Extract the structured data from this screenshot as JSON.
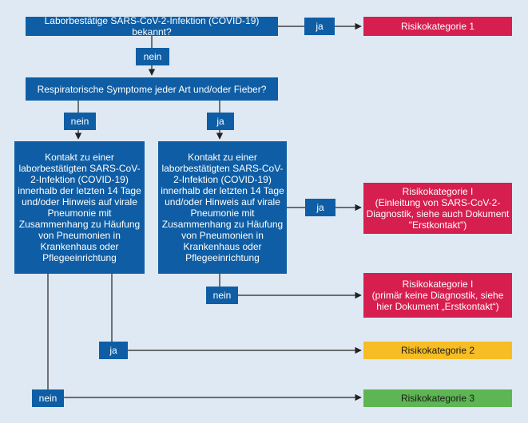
{
  "nodes": {
    "q1": "Laborbestätige SARS-CoV-2-Infektion (COVID-19) bekannt?",
    "q2": "Respiratorische Symptome jeder Art und/oder Fieber?",
    "contact_text": "Kontakt zu einer\nlaborbestätigten SARS-CoV-\n2-Infektion (COVID-19)\ninnerhalb der letzten 14 Tage\nund/oder Hinweis auf virale\nPneumonie mit\nZusammenhang zu Häufung\nvon Pneumonien in\nKrankenhaus oder\nPflegeeinrichtung",
    "cat1": "Risikokategorie 1",
    "cat1a_title": "Risikokategorie I",
    "cat1a_text": "(Einleitung von SARS-CoV-2-\nDiagnostik, siehe auch Dokument\n\"Erstkontakt\")",
    "cat1b_title": "Risikokategorie I",
    "cat1b_text": "(primär keine Diagnostik, siehe\nhier Dokument „Erstkontakt“)",
    "cat2": "Risikokategorie 2",
    "cat3": "Risikokategorie 3"
  },
  "labels": {
    "yes": "ja",
    "no": "nein"
  },
  "colors": {
    "blue": "#0f5ea5",
    "red": "#d61f4f",
    "yellow": "#f7bd24",
    "green": "#5db553",
    "line": "#222222",
    "background": "#dfe9f4"
  }
}
